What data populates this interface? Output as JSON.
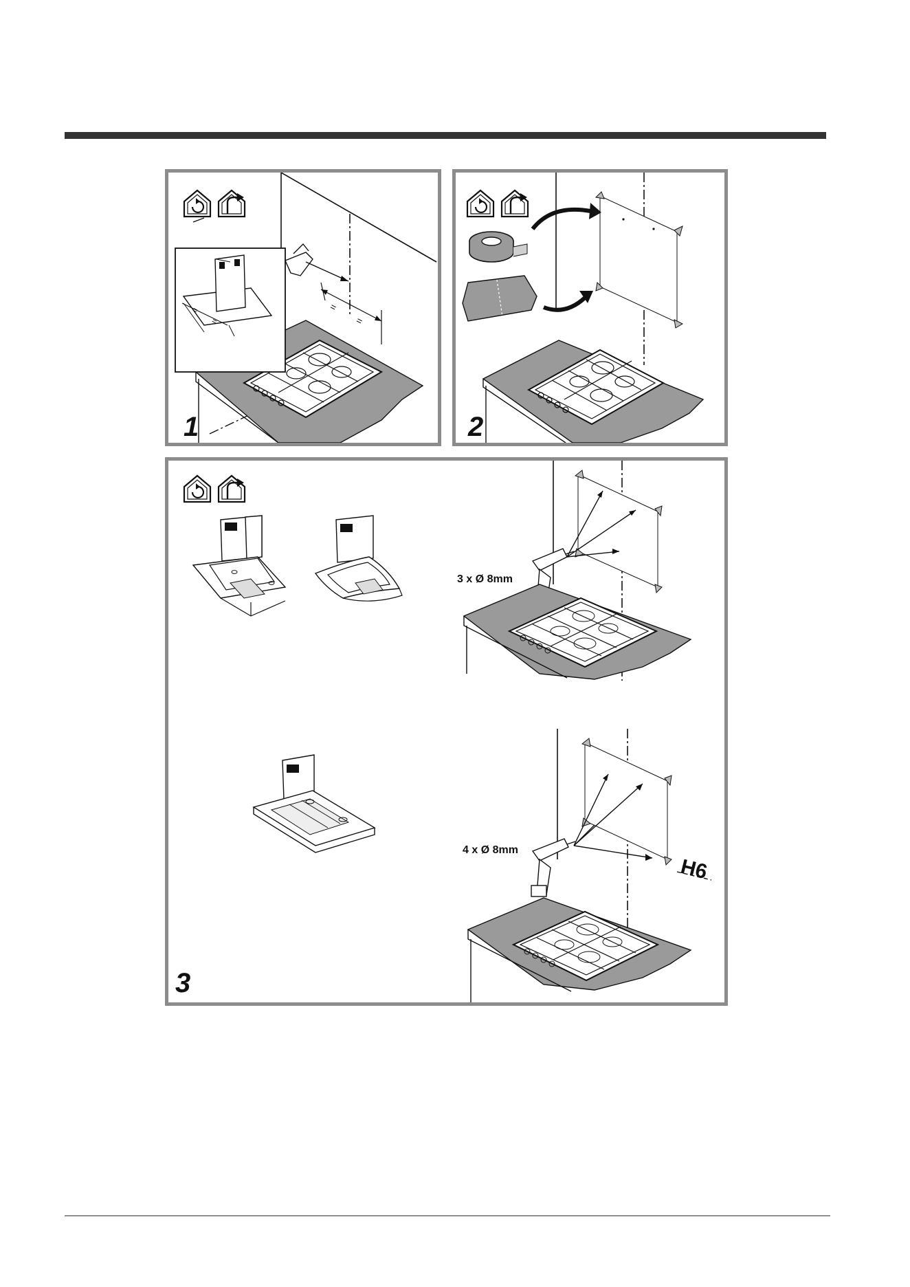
{
  "page": {
    "colors": {
      "frame": "#8c8c8c",
      "rule": "#333333",
      "surface": "#9a9a9a",
      "ink": "#111111"
    }
  },
  "panels": [
    {
      "id": "step-1",
      "step_number": "1",
      "icons": [
        "recirculation-mode-icon",
        "ducted-extraction-icon"
      ]
    },
    {
      "id": "step-2",
      "step_number": "2",
      "icons": [
        "recirculation-mode-icon",
        "ducted-extraction-icon"
      ]
    },
    {
      "id": "step-3",
      "step_number": "3",
      "icons": [
        "recirculation-mode-icon",
        "ducted-extraction-icon"
      ],
      "drill_labels": [
        "3 x Ø 8mm",
        "4 x Ø 8mm"
      ],
      "reference_code": "H6"
    }
  ]
}
